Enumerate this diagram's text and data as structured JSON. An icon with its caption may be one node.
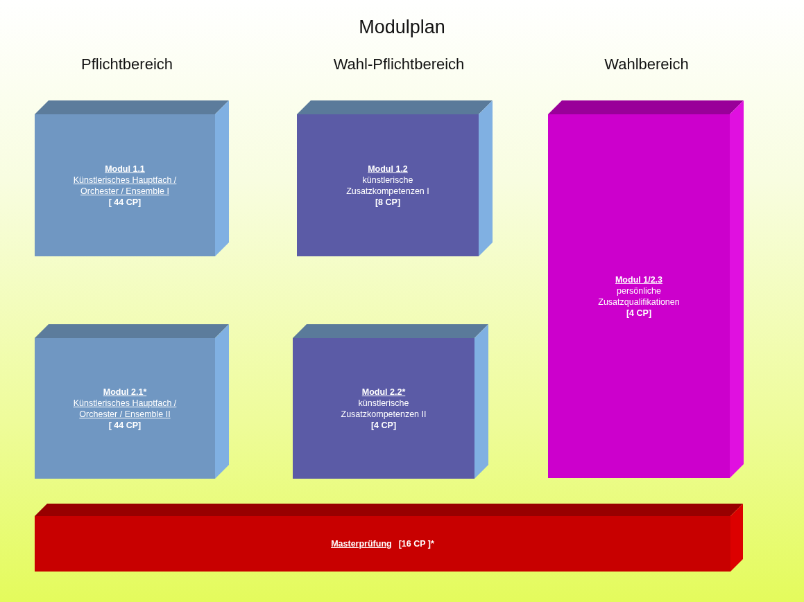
{
  "diagram": {
    "title": "Modulplan",
    "nodes": [
      {
        "text": [
          "Modul 1.1",
          "Künstlerisches Hauptfach / Orchester / Ensemble I",
          "[ 44 CP]"
        ]
      },
      {
        "text": [
          "Modul 1.2",
          "künstlerische Zusatzkompetenzen I",
          "[8 CP]"
        ]
      },
      {
        "text": [
          "Modul 1/2.3",
          "persönliche Zusatzqualifikationen",
          "[4 CP]"
        ]
      },
      {
        "text": [
          "Modul 2.1*",
          "Künstlerisches Hauptfach / Orchester / Ensemble II",
          "[ 44 CP]"
        ]
      },
      {
        "text": [
          "Modul 2.2*",
          "künstlerische Zusatzkompetenzen II",
          "[4 CP]"
        ]
      },
      {
        "text": [
          "Masterprüfung",
          "[16 CP ]*"
        ]
      }
    ],
    "edges": [],
    "labels": [
      "Pflichtbereich",
      "Wahl-Pflichtbereich",
      "Wahlbereich"
    ]
  }
}
